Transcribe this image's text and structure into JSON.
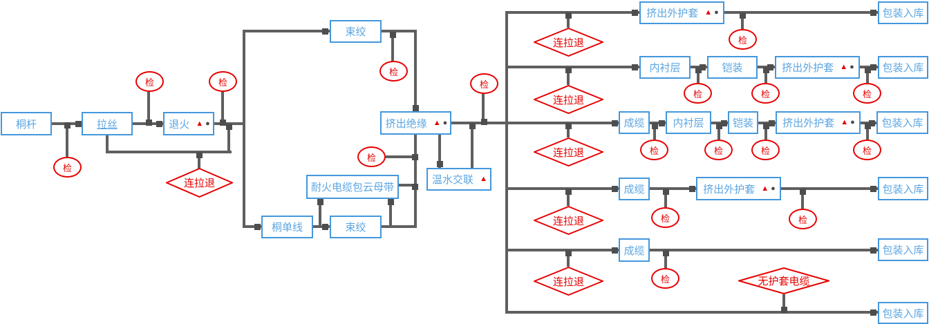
{
  "diagram": {
    "type": "flowchart",
    "description": "cable manufacturing process flow",
    "colors": {
      "box_border": "#4397DC",
      "box_text": "#5CA6E2",
      "red": "#E60000",
      "line_gray": "#5F5F5F",
      "marker_gray": "#4E4E4E"
    },
    "symbols": {
      "triangle": "▲",
      "dot": "●"
    },
    "shared_labels": {
      "check": "检",
      "continuous_draw_anneal": "连拉退",
      "unsheathed_cable": "无护套电缆"
    },
    "boxes": {
      "tonggan": {
        "label": "桐杆"
      },
      "lasi": {
        "label": "拉丝",
        "underline": true
      },
      "tuihuo": {
        "label": "退火",
        "triangle": true,
        "dot": true
      },
      "shujiao_top": {
        "label": "束绞"
      },
      "jichu_jueyuan": {
        "label": "挤出绝缘",
        "triangle": true,
        "dot": true
      },
      "wenshui": {
        "label": "温水交联",
        "triangle": true
      },
      "naihuo": {
        "label": "耐火电缆包云母带"
      },
      "tongdanxian": {
        "label": "桐单线"
      },
      "shujiao_bot": {
        "label": "束绞"
      },
      "jcwht_r1": {
        "label": "挤出外护套",
        "triangle": true,
        "dot": true
      },
      "bzrk_r1": {
        "label": "包装入库"
      },
      "neichen_r2": {
        "label": "内衬层"
      },
      "kaizhuang_r2": {
        "label": "铠装"
      },
      "jcwht_r2": {
        "label": "挤出外护套",
        "triangle": true,
        "dot": true
      },
      "bzrk_r2": {
        "label": "包装入库"
      },
      "chenglan_r3": {
        "label": "成缆"
      },
      "neichen_r3": {
        "label": "内衬层"
      },
      "kaizhuang_r3": {
        "label": "铠装"
      },
      "jcwht_r3": {
        "label": "挤出外护套",
        "triangle": true,
        "dot": true
      },
      "bzrk_r3": {
        "label": "包装入库"
      },
      "chenglan_r4": {
        "label": "成缆"
      },
      "jcwht_r4": {
        "label": "挤出外护套",
        "triangle": true,
        "dot": true
      },
      "bzrk_r4": {
        "label": "包装入库"
      },
      "chenglan_r5": {
        "label": "成缆"
      },
      "bzrk_r5": {
        "label": "包装入库"
      },
      "bzrk_r6": {
        "label": "包装入库"
      }
    }
  }
}
